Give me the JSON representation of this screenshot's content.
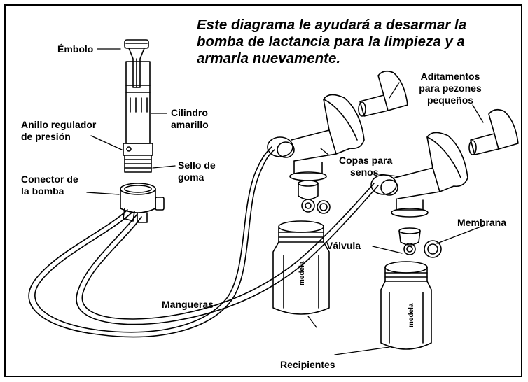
{
  "heading": {
    "line1": "Este diagrama le ayudará a desarmar la",
    "line2": "bomba de lactancia para la limpieza y a",
    "line3": "armarla nuevamente."
  },
  "labels": {
    "plunger": "Émbolo",
    "yellow_cylinder_l1": "Cilindro",
    "yellow_cylinder_l2": "amarillo",
    "pressure_ring_l1": "Anillo regulador",
    "pressure_ring_l2": "de presión",
    "rubber_seal_l1": "Sello de",
    "rubber_seal_l2": "goma",
    "pump_connector_l1": "Conector de",
    "pump_connector_l2": "la bomba",
    "small_nipple_l1": "Aditamentos",
    "small_nipple_l2": "para pezones",
    "small_nipple_l3": "pequeños",
    "breast_cups_l1": "Copas para",
    "breast_cups_l2": "senos",
    "membrane": "Membrana",
    "valve": "Válvula",
    "tubing": "Mangueras",
    "containers": "Recipientes"
  },
  "bottle_brand": "medela"
}
